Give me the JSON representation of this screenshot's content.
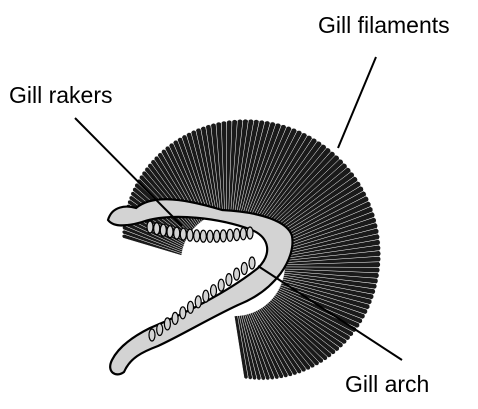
{
  "labels": {
    "gill_filaments": "Gill filaments",
    "gill_rakers": "Gill rakers",
    "gill_arch": "Gill arch"
  },
  "colors": {
    "filament": "#1a1a1a",
    "arch_fill": "#d3d3d3",
    "outline": "#000000"
  }
}
